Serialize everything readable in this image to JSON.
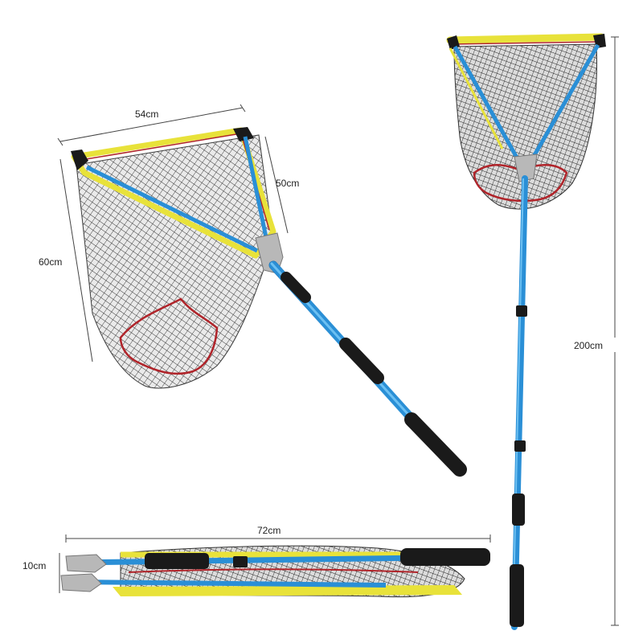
{
  "dimensions": {
    "width_top": "54cm",
    "depth_side": "50cm",
    "height_left": "60cm",
    "total_length": "200cm",
    "folded_length": "72cm",
    "folded_thickness": "10cm"
  },
  "colors": {
    "pole_blue": "#2a8fd6",
    "pole_blue_dark": "#1c6fae",
    "frame_yellow": "#e8e23a",
    "rim_red": "#b0242a",
    "grip_black": "#1a1a1a",
    "mesh": "#2a2a2a",
    "metal": "#b8b8b8"
  }
}
